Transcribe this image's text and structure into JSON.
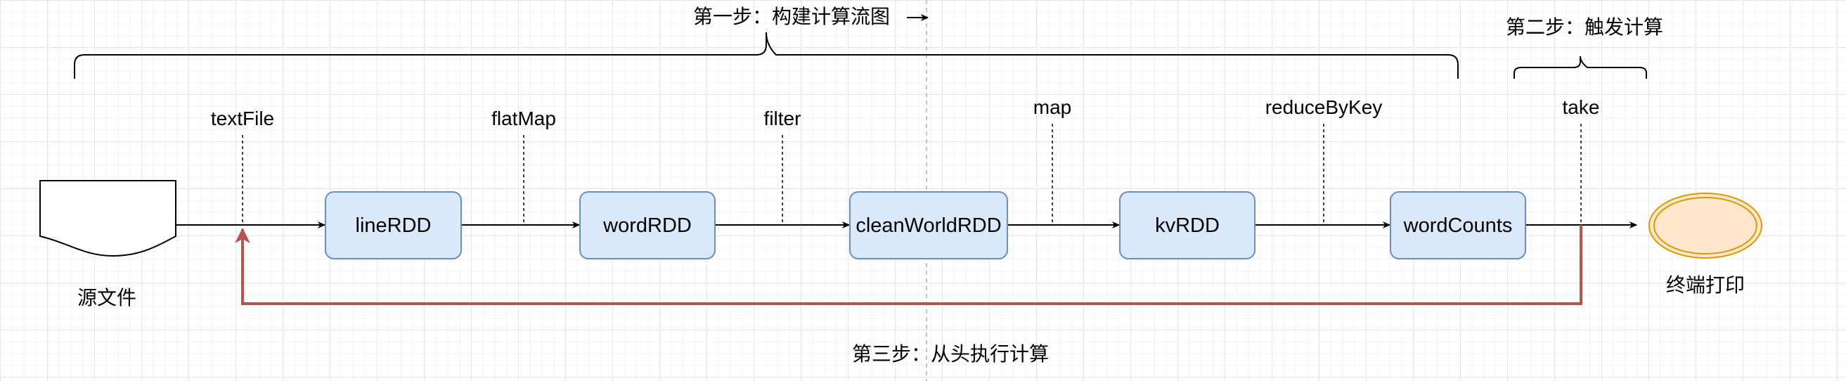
{
  "steps": {
    "step1": "第一步：构建计算流图",
    "step2": "第二步：触发计算",
    "step3": "第三步：从头执行计算"
  },
  "source": {
    "label": "源文件"
  },
  "sink": {
    "label": "终端打印"
  },
  "operations": [
    "textFile",
    "flatMap",
    "filter",
    "map",
    "reduceByKey",
    "take"
  ],
  "rdds": [
    "lineRDD",
    "wordRDD",
    "cleanWorldRDD",
    "kvRDD",
    "wordCounts"
  ],
  "colors": {
    "rdd_fill": "#dae8fc",
    "rdd_stroke": "#6c8ebf",
    "sink_fill": "#ffe6cc",
    "sink_stroke": "#d79b00",
    "feedback": "#b85450"
  }
}
